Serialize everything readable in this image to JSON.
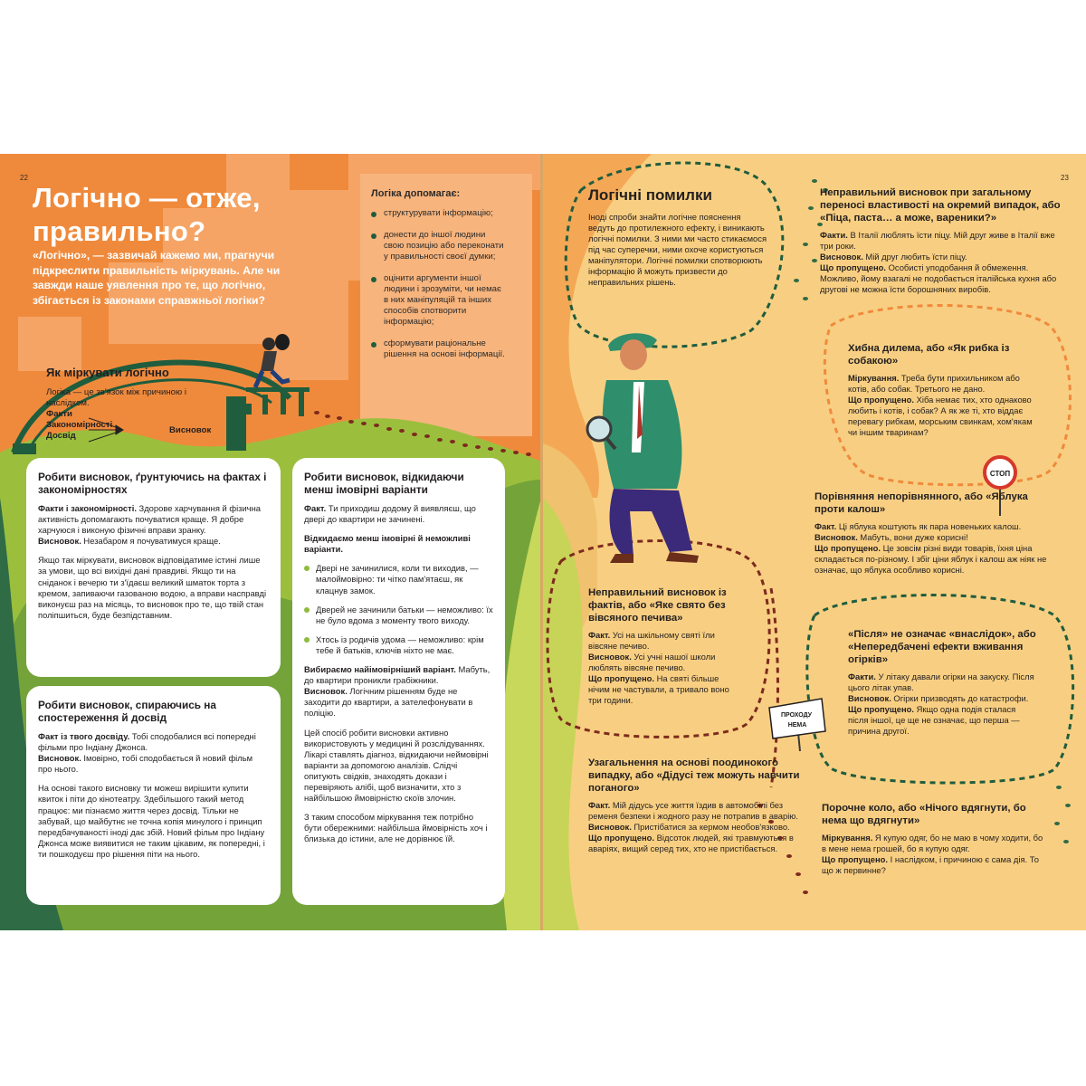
{
  "left_page": {
    "page_number": "22",
    "title_line1": "Логічно — отже,",
    "title_line2": "правильно?",
    "lead": "«Логічно», — зазвичай кажемо ми, прагнучи підкреслити правильність міркувань. Але чи завжди наше уявлення про те, що логічно, збігається із законами справжньої логіки?",
    "helps": {
      "title": "Логіка допомагає:",
      "items": [
        "структурувати інформацію;",
        "донести до іншої людини свою позицію або переконати у правильності своєї думки;",
        "оцінити аргументи іншої людини і зрозуміти, чи немає в них маніпуляцій та інших способів спотворити інформацію;",
        "сформувати раціональне рішення на основі інформації."
      ]
    },
    "how": {
      "title": "Як міркувати логічно",
      "text": "Логіка — це зв'язок між причиною і наслідком.",
      "facts": "Факти",
      "patterns": "Закономірності",
      "experience": "Досвід",
      "conclusion": "Висновок"
    },
    "card1": {
      "title": "Робити висновок, ґрунтуючись на фактах і закономірностях",
      "fact_label": "Факти і закономірності.",
      "fact_text": " Здорове харчування й фізична активність допомагають почуватися краще. Я добре харчуюся і виконую фізичні вправи зранку.",
      "conclusion_label": "Висновок.",
      "conclusion_text": " Незабаром я почуватимуся краще.",
      "para": "Якщо так міркувати, висновок відповідатиме істині лише за умови, що всі вихідні дані правдиві. Якщо ти на сніданок і вечерю ти з'їдаєш великий шматок торта з кремом, запиваючи газованою водою, а вправи насправді виконуєш раз на місяць, то висновок про те, що твій стан поліпшиться, буде безпідставним."
    },
    "card2": {
      "title": "Робити висновок, спираючись на спостереження й досвід",
      "fact_label": "Факт із твого досвіду.",
      "fact_text": " Тобі сподобалися всі попередні фільми про Індіану Джонса.",
      "conclusion_label": "Висновок.",
      "conclusion_text": " Імовірно, тобі сподобається й новий фільм про нього.",
      "para": "На основі такого висновку ти можеш вирішити купити квиток і піти до кінотеатру. Здебільшого такий метод працює: ми пізнаємо життя через досвід. Тільки не забувай, що майбутнє не точна копія минулого і принцип передбачуваності іноді дає збій. Новий фільм про Індіану Джонса може виявитися не таким цікавим, як попередні, і ти пошкодуєш про рішення піти на нього."
    },
    "card3": {
      "title": "Робити висновок, відкидаючи менш імовірні варіанти",
      "fact_label": "Факт.",
      "fact_text": " Ти приходиш додому й виявляєш, що двері до квартири не зачинені.",
      "reject_label": "Відкидаємо менш імовірні й неможливі варіанти.",
      "items": [
        "Двері не зачинилися, коли ти виходив, — малоймовірно: ти чітко пам'ятаєш, як клацнув замок.",
        "Дверей не зачинили батьки — неможливо: їх не було вдома з моменту твого виходу.",
        "Хтось із родичів удома — неможливо: крім тебе й батьків, ключів ніхто не має."
      ],
      "choose_label": "Вибираємо найімовірніший варіант.",
      "choose_text": " Мабуть, до квартири проникли грабіжники.",
      "conclusion_label": "Висновок.",
      "conclusion_text": " Логічним рішенням буде не заходити до квартири, а зателефонувати в поліцію.",
      "para1": "Цей спосіб робити висновки активно використовують у медицині й розслідуваннях. Лікарі ставлять діагноз, відкидаючи неймовірні варіанти за допомогою аналізів. Слідчі опитують свідків, знаходять докази і перевіряють алібі, щоб визначити, хто з найбільшою ймовірністю скоїв злочин.",
      "para2": "З таким способом міркування теж потрібно бути обережними: найбільша ймовірність хоч і близька до істини, але не дорівнює їй."
    }
  },
  "right_page": {
    "page_number": "23",
    "errors_title": "Логічні помилки",
    "errors_intro": "Іноді спроби знайти логічне пояснення ведуть до протилежного ефекту, і виникають логічні помилки. З ними ми часто стикаємося під час суперечки, ними охоче користуються маніпулятори. Логічні помилки спотворюють інформацію й можуть призвести до неправильних рішень.",
    "stop_sign": "СТОП",
    "no_pass_sign_1": "ПРОХОДУ",
    "no_pass_sign_2": "НЕМА",
    "sec_pizza": {
      "title": "Неправильний висновок при загальному переносі властивості на окремий випадок, або «Піца, паста… а може, вареники?»",
      "l1": "Факти.",
      "t1": " В Італії люблять їсти піцу. Мій друг живе в Італії вже три роки.",
      "l2": "Висновок.",
      "t2": " Мій друг любить їсти піцу.",
      "l3": "Що пропущено.",
      "t3": " Особисті уподобання й обмеження. Можливо, йому взагалі не подобається італійська кухня або другові не можна їсти борошняних виробів."
    },
    "sec_dilemma": {
      "title": "Хибна дилема, або «Як рибка із собакою»",
      "l1": "Міркування.",
      "t1": " Треба бути прихильником або котів, або собак. Третього не дано.",
      "l2": "Що пропущено.",
      "t2": " Хіба немає тих, хто однаково любить і котів, і собак? А як же ті, хто віддає перевагу рибкам, морським свинкам, хом'якам чи іншим тваринам?"
    },
    "sec_compare": {
      "title": "Порівняння непорівнянного, або «Яблука проти калош»",
      "l1": "Факт.",
      "t1": " Ці яблука коштують як пара новеньких калош.",
      "l2": "Висновок.",
      "t2": " Мабуть, вони дуже корисні!",
      "l3": "Що пропущено.",
      "t3": " Це зовсім різні види товарів, їхня ціна складається по-різному. І збіг ціни яблук і калош аж ніяк не означає, що яблука особливо корисні."
    },
    "sec_holiday": {
      "title": "Неправильний висновок із фактів, або «Яке свято без вівсяного печива»",
      "l1": "Факт.",
      "t1": " Усі на шкільному святі їли вівсяне печиво.",
      "l2": "Висновок.",
      "t2": " Усі учні нашої школи люблять вівсяне печиво.",
      "l3": "Що пропущено.",
      "t3": " На святі більше нічим не частували, а тривало воно три години."
    },
    "sec_after": {
      "title": "«Після» не означає «внаслідок», або «Непередбачені ефекти вживання огірків»",
      "l1": "Факти.",
      "t1": " У літаку давали огірки на закуску. Після цього літак упав.",
      "l2": "Висновок.",
      "t2": " Огірки призводять до катастрофи.",
      "l3": "Що пропущено.",
      "t3": " Якщо одна подія сталася після іншої, це ще не означає, що перша — причина другої."
    },
    "sec_grandpa": {
      "title": "Узагальнення на основі поодинокого випадку, або «Дідусі теж можуть навчити поганого»",
      "l1": "Факт.",
      "t1": " Мій дідусь усе життя їздив в автомобілі без ременя безпеки і жодного разу не потрапив в аварію.",
      "l2": "Висновок.",
      "t2": " Пристібатися за кермом необов'язково.",
      "l3": "Що пропущено.",
      "t3": " Відсоток людей, які травмуються в аваріях, вищий серед тих, хто не пристібається."
    },
    "sec_circle": {
      "title": "Порочне коло, або «Нічого вдягнути, бо нема що вдягнути»",
      "l1": "Міркування.",
      "t1": " Я купую одяг, бо не маю в чому ходити, бо в мене нема грошей, бо я купую одяг.",
      "l2": "Що пропущено.",
      "t2": " І наслідком, і причиною є сама дія. То що ж первинне?"
    }
  }
}
